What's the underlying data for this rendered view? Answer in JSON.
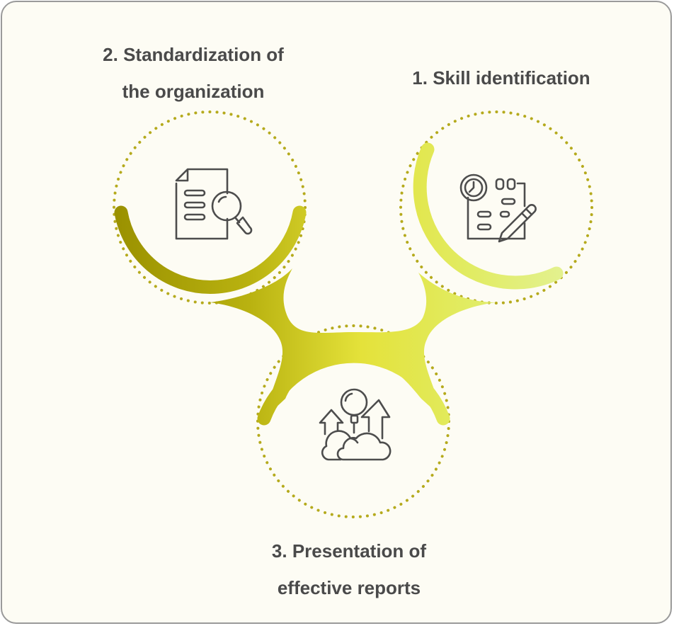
{
  "steps": [
    {
      "number": "1.",
      "lines": [
        "Skill identification"
      ],
      "icon": "checklist-clock-pencil-icon"
    },
    {
      "number": "2.",
      "lines": [
        "Standardization of",
        "the organization"
      ],
      "icon": "document-magnifier-icon"
    },
    {
      "number": "3.",
      "lines": [
        "Presentation of",
        "effective reports"
      ],
      "icon": "cloud-arrows-magnifier-icon"
    }
  ],
  "colors": {
    "background": "#fdfcf4",
    "dots": "#b5aa1c",
    "ribbon_dark": "#9a9100",
    "ribbon_mid": "#e4e23a",
    "ribbon_light": "#e3f18e",
    "icon_stroke": "#4d4d4d",
    "text": "#4a4a4a"
  }
}
